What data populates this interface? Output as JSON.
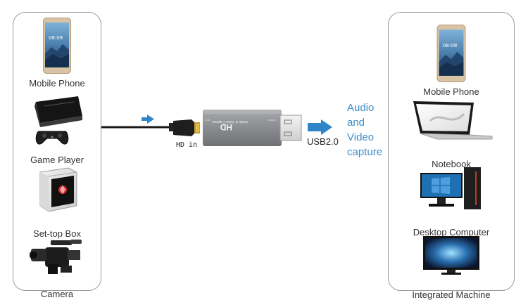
{
  "sources": [
    {
      "label": "Mobile Phone",
      "icon": "smartphone-icon"
    },
    {
      "label": "Game Player",
      "icon": "game-console-icon"
    },
    {
      "label": "Set-top Box",
      "icon": "set-top-box-icon"
    },
    {
      "label": "Camera",
      "icon": "camcorder-icon"
    }
  ],
  "destinations": [
    {
      "label": "Mobile Phone",
      "icon": "smartphone-icon"
    },
    {
      "label": "Notebook",
      "icon": "laptop-icon"
    },
    {
      "label": "Desktop Computer",
      "icon": "desktop-computer-icon"
    },
    {
      "label": "Integrated Machine",
      "icon": "all-in-one-computer-icon"
    }
  ],
  "device": {
    "input_label": "HD in",
    "output_label": "USB2.0",
    "body_text": "Audio & Video Capture",
    "logo": "HD",
    "side_text_left": "Input",
    "side_text_right": "Output"
  },
  "result_label": [
    "Audio",
    "and",
    "Video",
    "capture"
  ],
  "colors": {
    "accent_blue": "#2e86c9",
    "label_blue": "#3c8dc8",
    "device_gray": "#8a8c8f",
    "panel_border": "#9a9a9a"
  }
}
